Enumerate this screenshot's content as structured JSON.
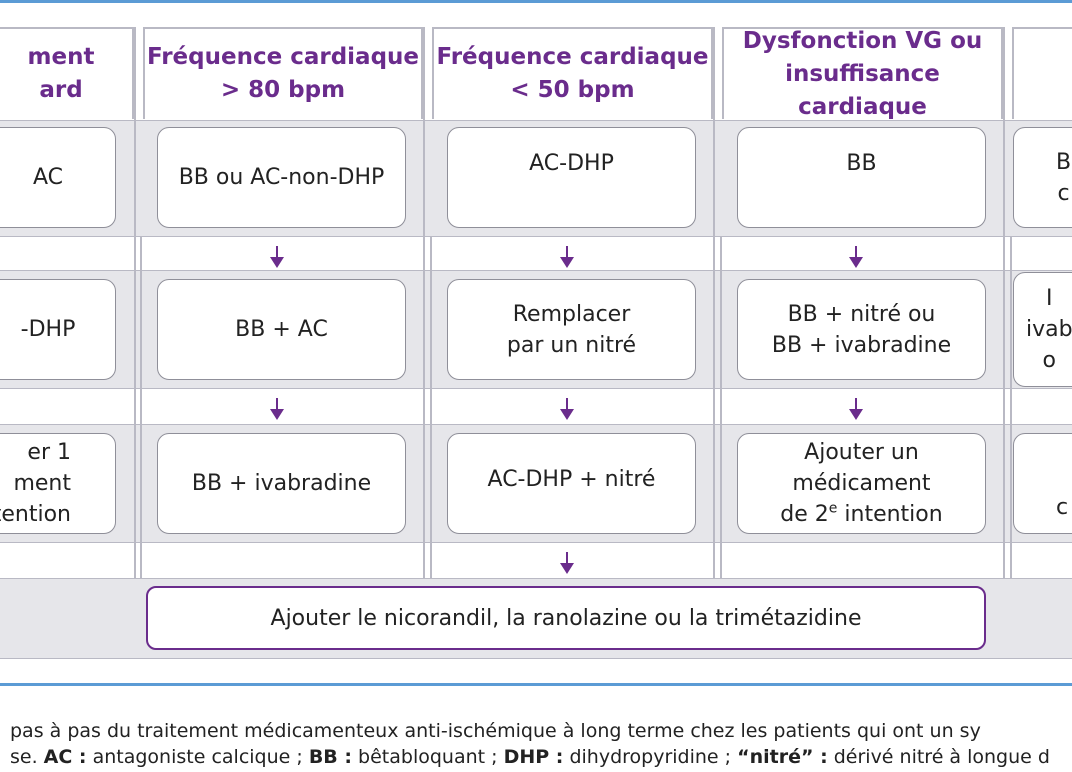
{
  "headers": [
    "ment\nard",
    "Fréquence cardiaque\n> 80 bpm",
    "Fréquence cardiaque\n< 50 bpm",
    "Dysfonction VG ou\ninsuffisance cardiaque",
    ""
  ],
  "row1": [
    "AC",
    "BB ou AC-non-DHP",
    "AC-DHP",
    "BB",
    "B\nc"
  ],
  "row2": [
    "-DHP",
    "BB + AC",
    "Remplacer\npar un nitré",
    "BB + nitré ou\nBB + ivabradine",
    "I\nivab\no"
  ],
  "row3": [
    "er 1\nment\nntention",
    "BB + ivabradine",
    "AC-DHP + nitré",
    "Ajouter un\nmédicament\nde 2",
    "c"
  ],
  "row3_suffix": {
    "sup": "e",
    "rest": " intention"
  },
  "final": "Ajouter le nicorandil, la ranolazine ou la trimétazidine",
  "caption": {
    "line1": " pas à pas du traitement médicamenteux anti-ischémique à long terme chez les patients qui ont un sy",
    "line2_start": "se. ",
    "terms": [
      {
        "term": "AC :",
        "def": " antagoniste calcique ; "
      },
      {
        "term": "BB :",
        "def": " bêtabloquant ; "
      },
      {
        "term": "DHP :",
        "def": " dihydropyridine ; "
      },
      {
        "term": "“nitré” :",
        "def": " dérivé nitré à longue d"
      }
    ]
  }
}
